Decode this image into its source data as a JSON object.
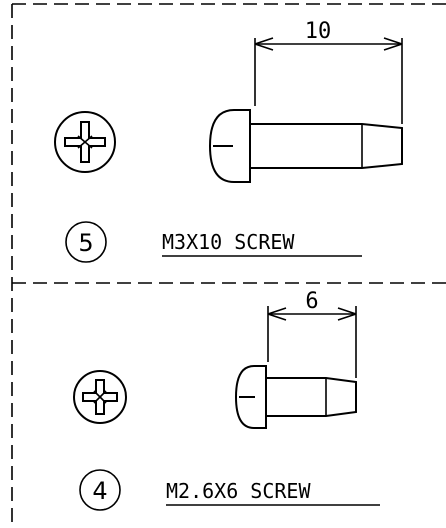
{
  "sections": [
    {
      "item_number": "5",
      "part_label": "M3X10 SCREW",
      "dimension": "10"
    },
    {
      "item_number": "4",
      "part_label": "M2.6X6 SCREW",
      "dimension": "6"
    }
  ]
}
